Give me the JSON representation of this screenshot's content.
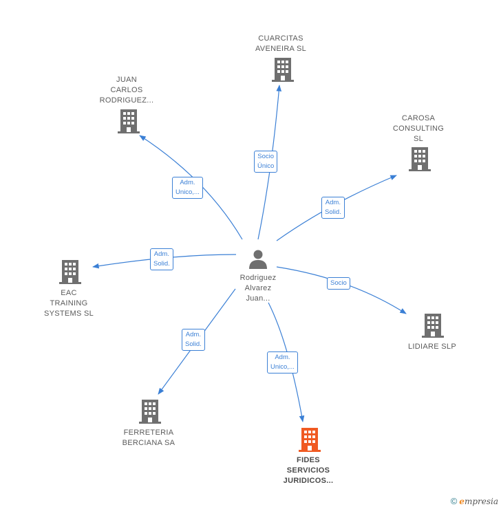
{
  "center": {
    "label": "Rodriguez\nAlvarez\nJuan..."
  },
  "nodes": [
    {
      "id": "cuarcitas",
      "label": "CUARCITAS\nAVENEIRA  SL"
    },
    {
      "id": "juan-carlos",
      "label": "JUAN\nCARLOS\nRODRIGUEZ..."
    },
    {
      "id": "carosa",
      "label": "CAROSA\nCONSULTING\nSL"
    },
    {
      "id": "eac",
      "label": "EAC\nTRAINING\nSYSTEMS SL"
    },
    {
      "id": "lidiare",
      "label": "LIDIARE  SLP"
    },
    {
      "id": "ferreteria",
      "label": "FERRETERIA\nBERCIANA SA"
    },
    {
      "id": "fides",
      "label": "FIDES\nSERVICIOS\nJURIDICOS...",
      "highlight": true
    }
  ],
  "edges": [
    {
      "to": "cuarcitas",
      "label": "Socio\nÚnico"
    },
    {
      "to": "juan-carlos",
      "label": "Adm.\nUnico,..."
    },
    {
      "to": "carosa",
      "label": "Adm.\nSolid."
    },
    {
      "to": "eac",
      "label": "Adm.\nSolid."
    },
    {
      "to": "lidiare",
      "label": "Socio"
    },
    {
      "to": "ferreteria",
      "label": "Adm.\nSolid."
    },
    {
      "to": "fides",
      "label": "Adm.\nUnico,..."
    }
  ],
  "colors": {
    "edge": "#3a7fd5",
    "building": "#6f6f6f",
    "highlight": "#f05a22",
    "person": "#6f6f6f"
  },
  "footer": {
    "copyright": "©",
    "brand_initial": "e",
    "brand_rest": "mpresia"
  }
}
